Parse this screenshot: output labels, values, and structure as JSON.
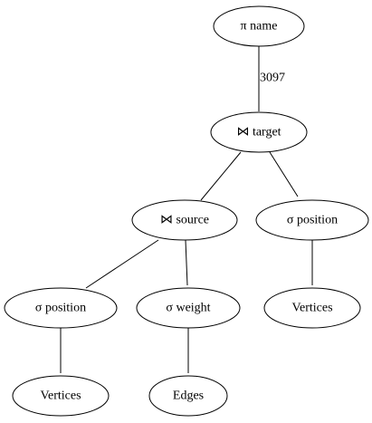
{
  "diagram": {
    "nodes": [
      {
        "id": "n1",
        "label": "π name"
      },
      {
        "id": "n2",
        "label": "⋈ target"
      },
      {
        "id": "n3",
        "label": "⋈ source"
      },
      {
        "id": "n4",
        "label": "σ position"
      },
      {
        "id": "n5",
        "label": "σ position"
      },
      {
        "id": "n6",
        "label": "σ weight"
      },
      {
        "id": "n7",
        "label": "Vertices"
      },
      {
        "id": "n8",
        "label": "Vertices"
      },
      {
        "id": "n9",
        "label": "Edges"
      }
    ],
    "edges": [
      {
        "from": "n1",
        "to": "n2",
        "label": "3097"
      },
      {
        "from": "n2",
        "to": "n3",
        "label": ""
      },
      {
        "from": "n2",
        "to": "n4",
        "label": ""
      },
      {
        "from": "n3",
        "to": "n5",
        "label": ""
      },
      {
        "from": "n3",
        "to": "n6",
        "label": ""
      },
      {
        "from": "n4",
        "to": "n7",
        "label": ""
      },
      {
        "from": "n5",
        "to": "n8",
        "label": ""
      },
      {
        "from": "n6",
        "to": "n9",
        "label": ""
      }
    ]
  }
}
